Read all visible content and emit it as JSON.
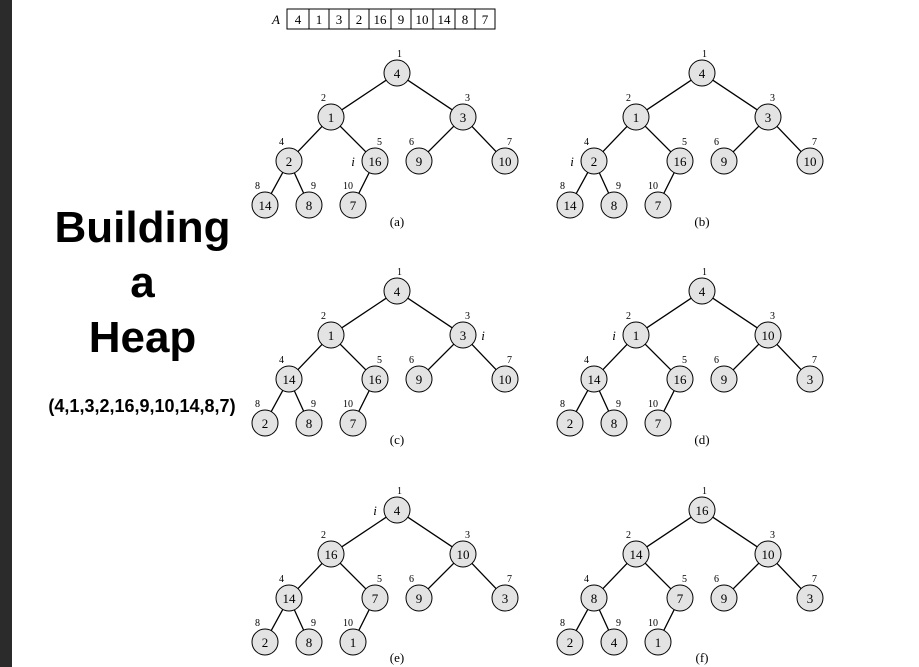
{
  "title_lines": [
    "Building",
    "a",
    "Heap"
  ],
  "subtitle": "(4,1,3,2,16,9,10,14,8,7)",
  "array": {
    "label": "A",
    "values": [
      "4",
      "1",
      "3",
      "2",
      "16",
      "9",
      "10",
      "14",
      "8",
      "7"
    ]
  },
  "panels": [
    {
      "caption": "(a)",
      "keys": [
        "4",
        "1",
        "3",
        "2",
        "16",
        "9",
        "10",
        "14",
        "8",
        "7"
      ],
      "i_node": 5
    },
    {
      "caption": "(b)",
      "keys": [
        "4",
        "1",
        "3",
        "2",
        "16",
        "9",
        "10",
        "14",
        "8",
        "7"
      ],
      "i_node": 4
    },
    {
      "caption": "(c)",
      "keys": [
        "4",
        "1",
        "3",
        "14",
        "16",
        "9",
        "10",
        "2",
        "8",
        "7"
      ],
      "i_node": 3
    },
    {
      "caption": "(d)",
      "keys": [
        "4",
        "1",
        "10",
        "14",
        "16",
        "9",
        "3",
        "2",
        "8",
        "7"
      ],
      "i_node": 2
    },
    {
      "caption": "(e)",
      "keys": [
        "4",
        "16",
        "10",
        "14",
        "7",
        "9",
        "3",
        "2",
        "8",
        "1"
      ],
      "i_node": 1
    },
    {
      "caption": "(f)",
      "keys": [
        "16",
        "14",
        "10",
        "8",
        "7",
        "9",
        "3",
        "2",
        "4",
        "1"
      ],
      "i_node": null
    }
  ],
  "index_marker": "i",
  "colors": {
    "node_fill": "#e3e3e3",
    "stroke": "#000000",
    "sidebar": "#2b2b2b"
  }
}
